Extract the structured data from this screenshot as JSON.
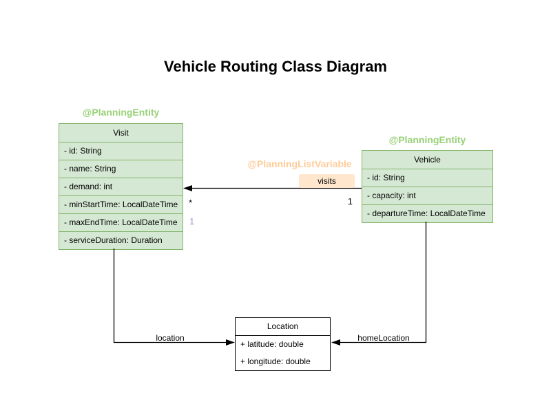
{
  "title": "Vehicle Routing Class Diagram",
  "colors": {
    "class_fill_green": "#d5e8d4",
    "class_border_green": "#82b366",
    "entity_annotation_green": "#97d077",
    "list_variable_annotation_orange": "#ffcc99",
    "visits_label_fill": "#ffe6cc",
    "plain_class_border": "#000000",
    "purple_multiplicity": "#ab8fc9",
    "edge_color": "#000000"
  },
  "classes": {
    "visit": {
      "annotation": "@PlanningEntity",
      "name": "Visit",
      "attributes": [
        "- id: String",
        "- name: String",
        "- demand: int",
        "- minStartTime: LocalDateTime",
        "- maxEndTime: LocalDateTime",
        "- serviceDuration: Duration"
      ]
    },
    "vehicle": {
      "annotation": "@PlanningEntity",
      "name": "Vehicle",
      "attributes": [
        "- id: String",
        "- capacity: int",
        "- departureTime: LocalDateTime"
      ]
    },
    "location": {
      "name": "Location",
      "attributes": [
        "+ latitude: double",
        "+ longitude: double"
      ]
    }
  },
  "edges": {
    "visits": {
      "annotation": "@PlanningListVariable",
      "label": "visits",
      "target_multiplicity": "*",
      "source_multiplicity": "1",
      "extra_multiplicity": "1"
    },
    "location": {
      "label": "location"
    },
    "homeLocation": {
      "label": "homeLocation"
    }
  }
}
